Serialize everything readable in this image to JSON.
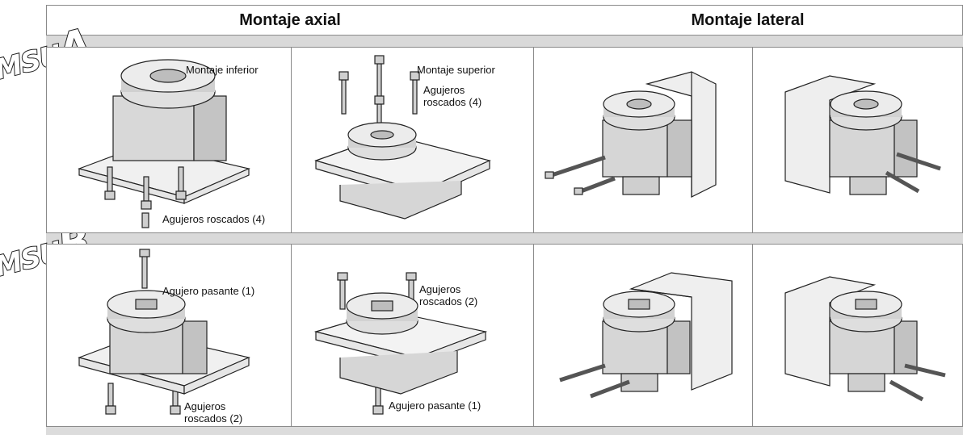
{
  "headers": {
    "axial": "Montaje axial",
    "lateral": "Montaje lateral"
  },
  "series": {
    "a": {
      "prefix": "MSU",
      "letter": "A"
    },
    "b": {
      "prefix": "MSU",
      "letter": "B"
    }
  },
  "row_a": {
    "bottom_mount": "Montaje inferior",
    "bottom_holes": "Agujeros roscados (4)",
    "top_mount": "Montaje superior",
    "top_holes_1": "Agujeros",
    "top_holes_2": "roscados (4)"
  },
  "row_b": {
    "through_hole_top": "Agujero pasante (1)",
    "holes_2_line1": "Agujeros",
    "holes_2_line2": "roscados (2)",
    "holes_3_line1": "Agujeros",
    "holes_3_line2": "roscados (2)",
    "through_hole_bottom": "Agujero pasante (1)"
  }
}
